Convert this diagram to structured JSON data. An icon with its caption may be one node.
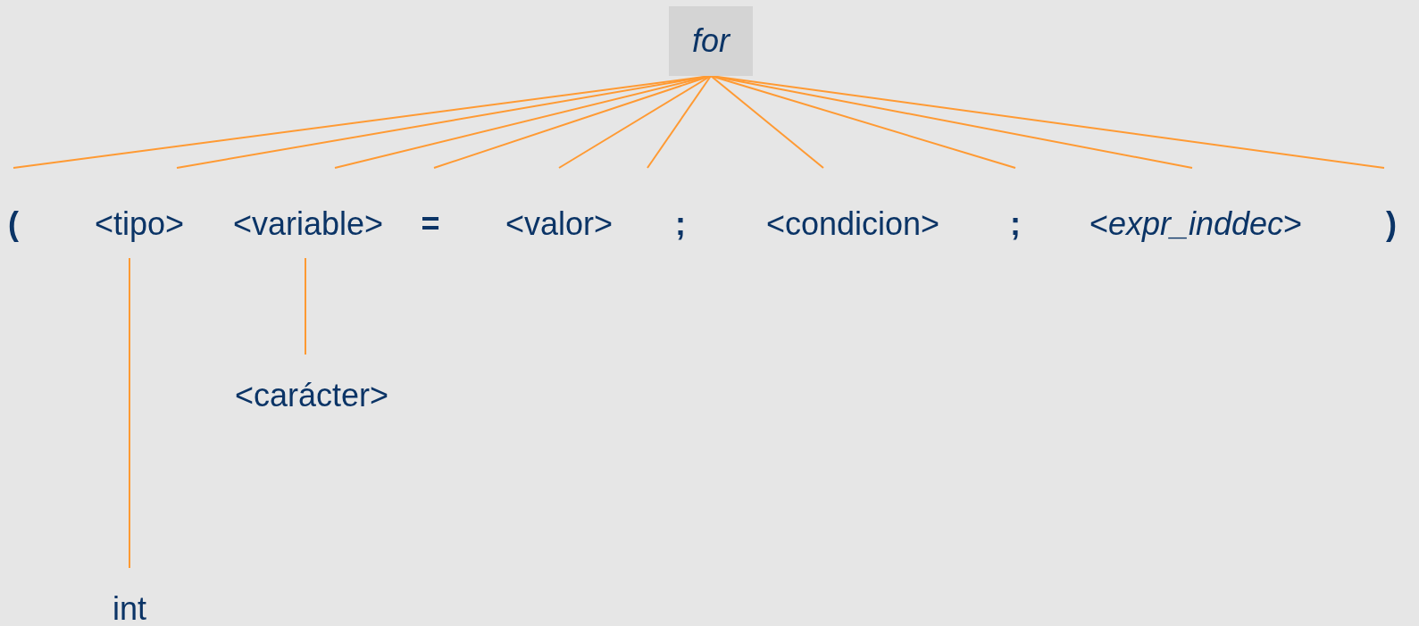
{
  "diagram": {
    "nodes": [
      {
        "text": [
          "for"
        ]
      },
      {
        "text": [
          "("
        ]
      },
      {
        "text": [
          "<tipo>"
        ]
      },
      {
        "text": [
          "<variable>"
        ]
      },
      {
        "text": [
          "="
        ]
      },
      {
        "text": [
          "<valor>"
        ]
      },
      {
        "text": [
          ";"
        ]
      },
      {
        "text": [
          "<condicion>"
        ]
      },
      {
        "text": [
          ";"
        ]
      },
      {
        "text": [
          "<*expr_inddec*>"
        ]
      },
      {
        "text": [
          ")"
        ]
      },
      {
        "text": [
          "<carácter>"
        ]
      },
      {
        "text": [
          "int"
        ]
      }
    ],
    "edges": [
      {
        "from": 0,
        "to": 1,
        "arrow": "none"
      },
      {
        "from": 0,
        "to": 2,
        "arrow": "none"
      },
      {
        "from": 0,
        "to": 3,
        "arrow": "none"
      },
      {
        "from": 0,
        "to": 4,
        "arrow": "none"
      },
      {
        "from": 0,
        "to": 5,
        "arrow": "none"
      },
      {
        "from": 0,
        "to": 6,
        "arrow": "none"
      },
      {
        "from": 0,
        "to": 7,
        "arrow": "none"
      },
      {
        "from": 0,
        "to": 8,
        "arrow": "none"
      },
      {
        "from": 0,
        "to": 9,
        "arrow": "none"
      },
      {
        "from": 0,
        "to": 10,
        "arrow": "none"
      },
      {
        "from": 3,
        "to": 11,
        "arrow": "none"
      },
      {
        "from": 2,
        "to": 12,
        "arrow": "none"
      }
    ]
  }
}
